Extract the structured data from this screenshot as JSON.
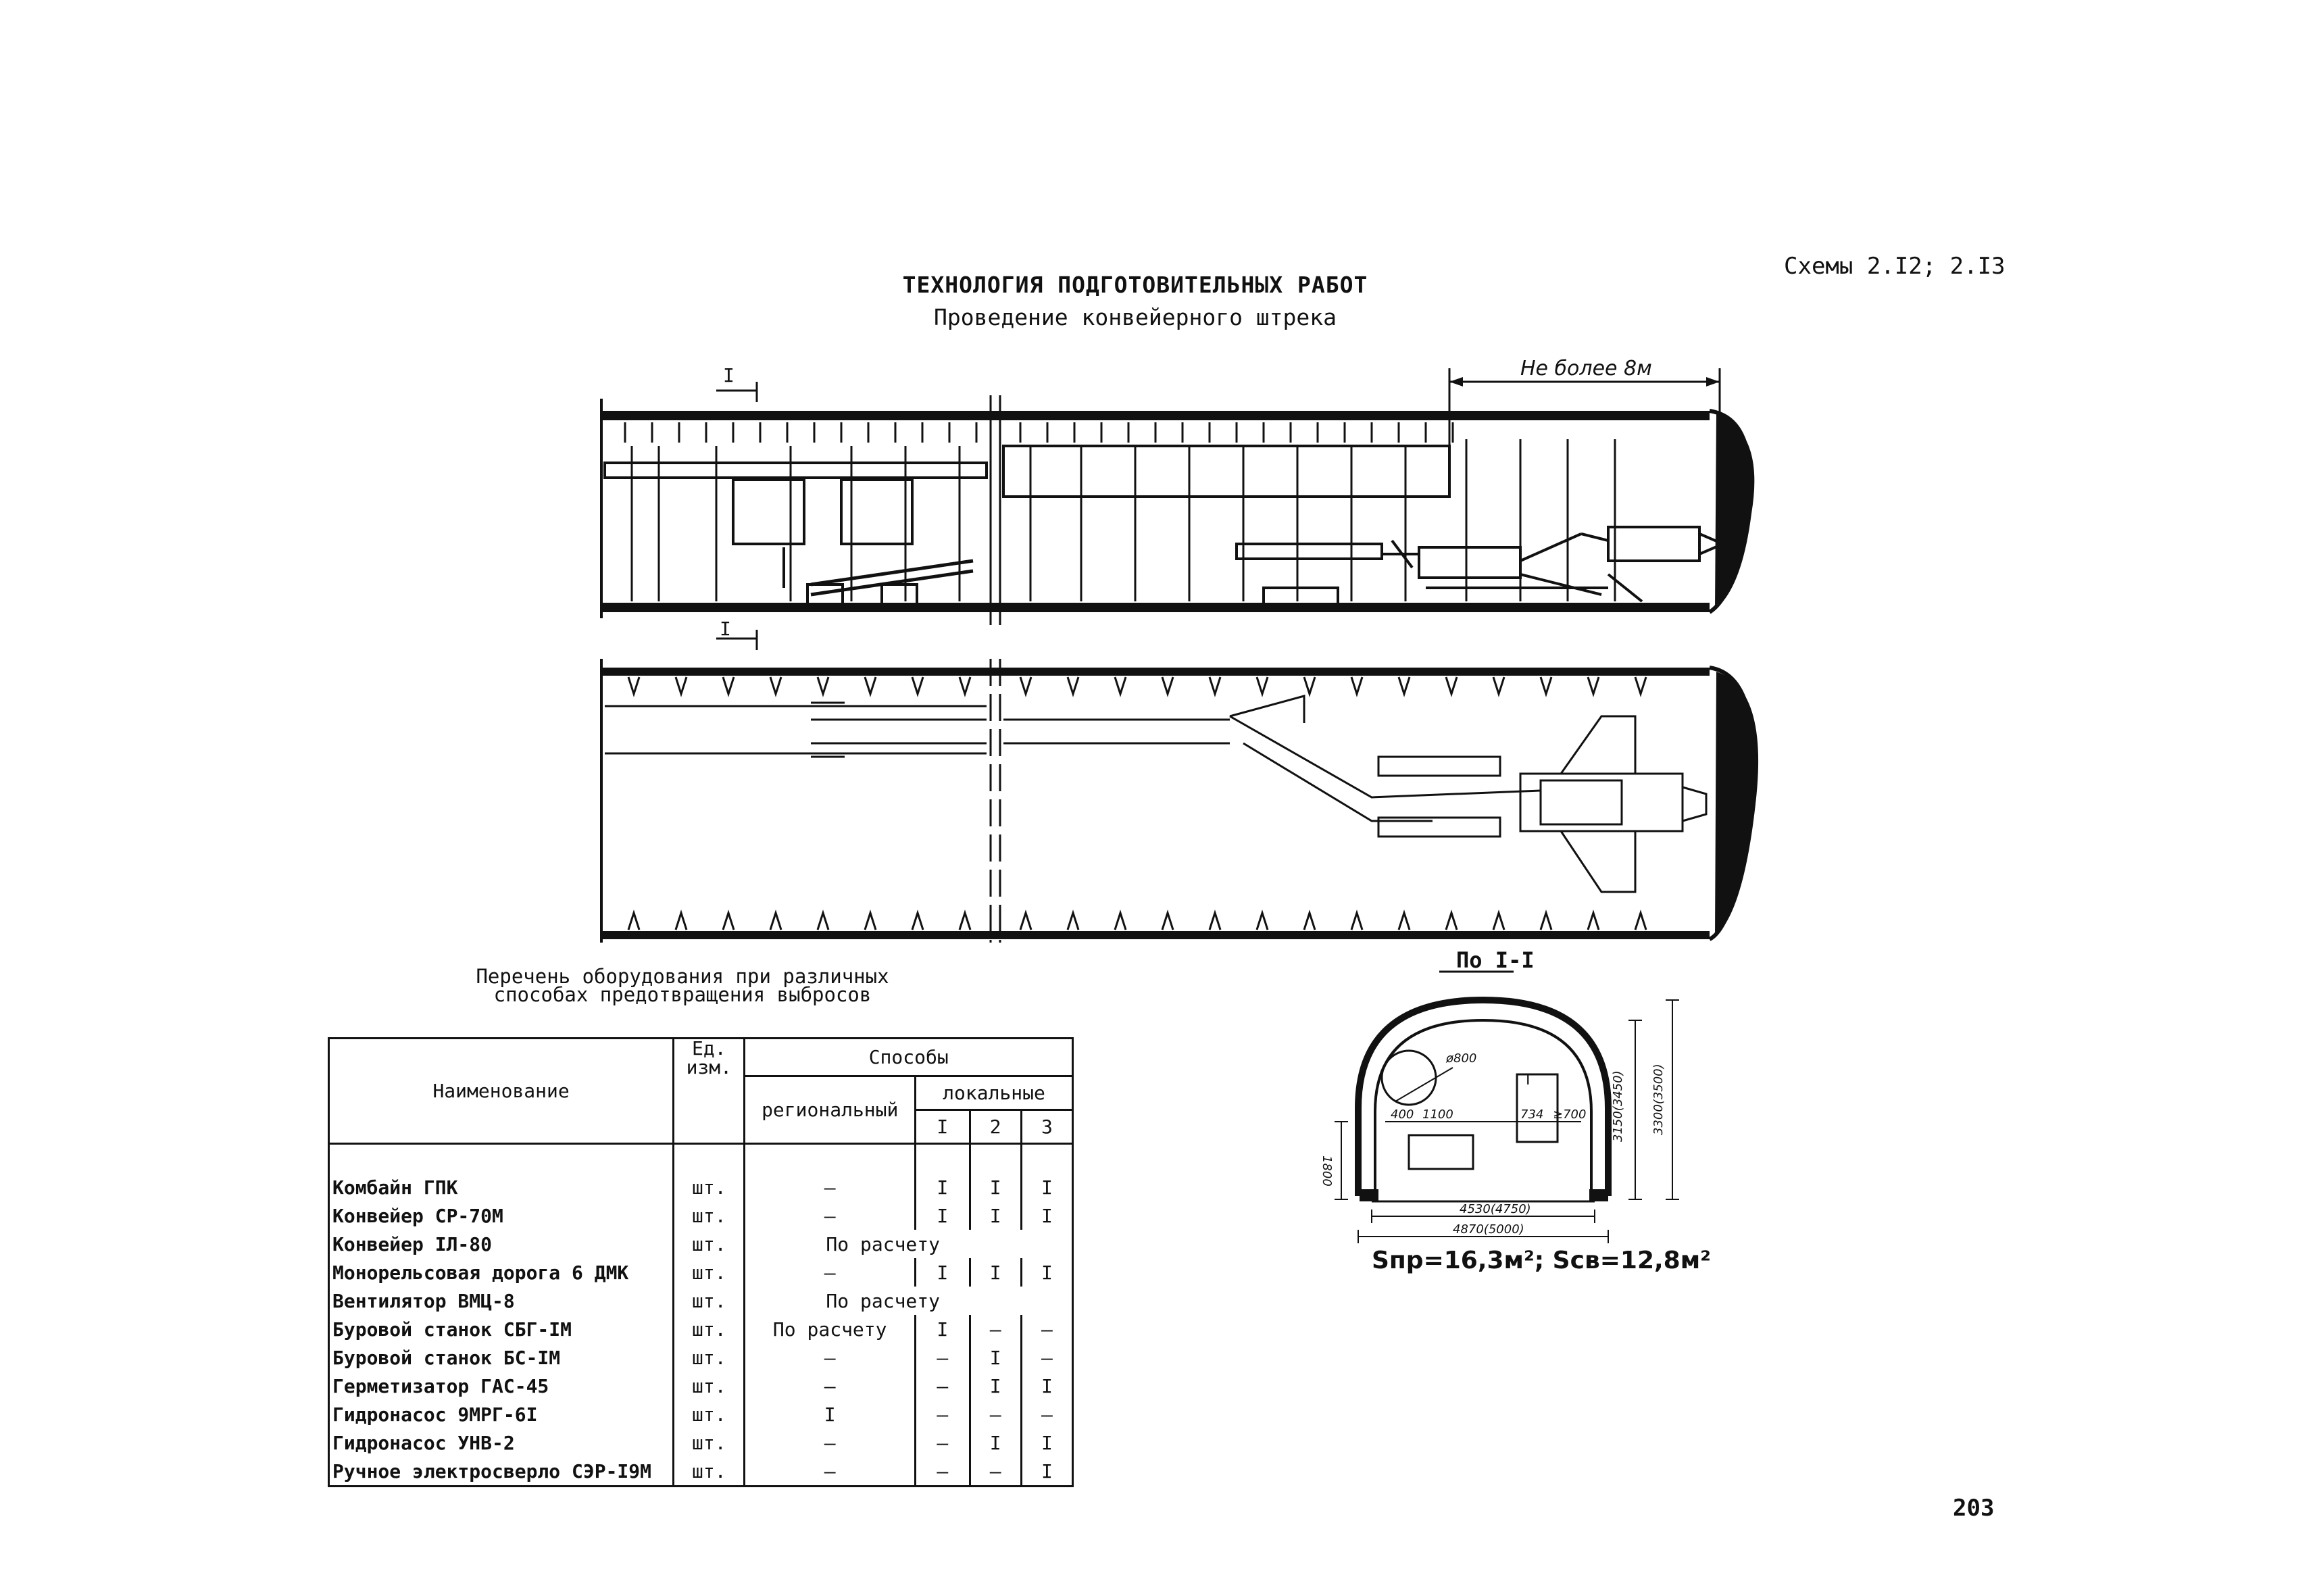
{
  "header": {
    "title": "ТЕХНОЛОГИЯ ПОДГОТОВИТЕЛЬНЫХ РАБОТ",
    "subtitle": "Проведение конвейерного штрека",
    "scheme": "Схемы 2.I2; 2.I3"
  },
  "drawing": {
    "distance_note": "Не более 8м",
    "section_mark": "I",
    "section_caption": "По I-I",
    "dims": {
      "d800": "ø800",
      "d400": "400",
      "d1100": "1100",
      "d734": "734",
      "d700": "≥700",
      "mark_i": "I",
      "h1800": "1800",
      "h3150": "3150(3450)",
      "h3300": "3300(3500)",
      "w4530": "4530(4750)",
      "w4870": "4870(5000)"
    },
    "area": "Sпр=16,3м²; Sсв=12,8м²"
  },
  "equipment": {
    "caption_line1": "Перечень оборудования при различных",
    "caption_line2": "способах предотвращения выбросов",
    "headers": {
      "name": "Наименование",
      "unit_line1": "Ед.",
      "unit_line2": "изм.",
      "methods": "Способы",
      "regional": "региональный",
      "local": "локальные",
      "l1": "I",
      "l2": "2",
      "l3": "3"
    },
    "rows": [
      {
        "name": "Комбайн ГПК",
        "unit": "шт.",
        "reg": "–",
        "l1": "I",
        "l2": "I",
        "l3": "I"
      },
      {
        "name": "Конвейер СР-70М",
        "unit": "шт.",
        "reg": "–",
        "l1": "I",
        "l2": "I",
        "l3": "I"
      },
      {
        "name": "Конвейер IЛ-80",
        "unit": "шт.",
        "span": "По расчету"
      },
      {
        "name": "Монорельсовая дорога 6 ДМК",
        "unit": "шт.",
        "reg": "–",
        "l1": "I",
        "l2": "I",
        "l3": "I"
      },
      {
        "name": "Вентилятор ВМЦ-8",
        "unit": "шт.",
        "span": "По расчету"
      },
      {
        "name": "Буровой станок СБГ-IМ",
        "unit": "шт.",
        "reg": "По расчету",
        "l1": "I",
        "l2": "–",
        "l3": "–"
      },
      {
        "name": "Буровой станок БС-IМ",
        "unit": "шт.",
        "reg": "–",
        "l1": "–",
        "l2": "I",
        "l3": "–"
      },
      {
        "name": "Герметизатор ГАС-45",
        "unit": "шт.",
        "reg": "–",
        "l1": "–",
        "l2": "I",
        "l3": "I"
      },
      {
        "name": "Гидронасос 9МРГ-6I",
        "unit": "шт.",
        "reg": "I",
        "l1": "–",
        "l2": "–",
        "l3": "–"
      },
      {
        "name": "Гидронасос УНВ-2",
        "unit": "шт.",
        "reg": "–",
        "l1": "–",
        "l2": "I",
        "l3": "I"
      },
      {
        "name": "Ручное электросверло СЭР-I9М",
        "unit": "шт.",
        "reg": "–",
        "l1": "–",
        "l2": "–",
        "l3": "I"
      }
    ]
  },
  "page_number": "203"
}
